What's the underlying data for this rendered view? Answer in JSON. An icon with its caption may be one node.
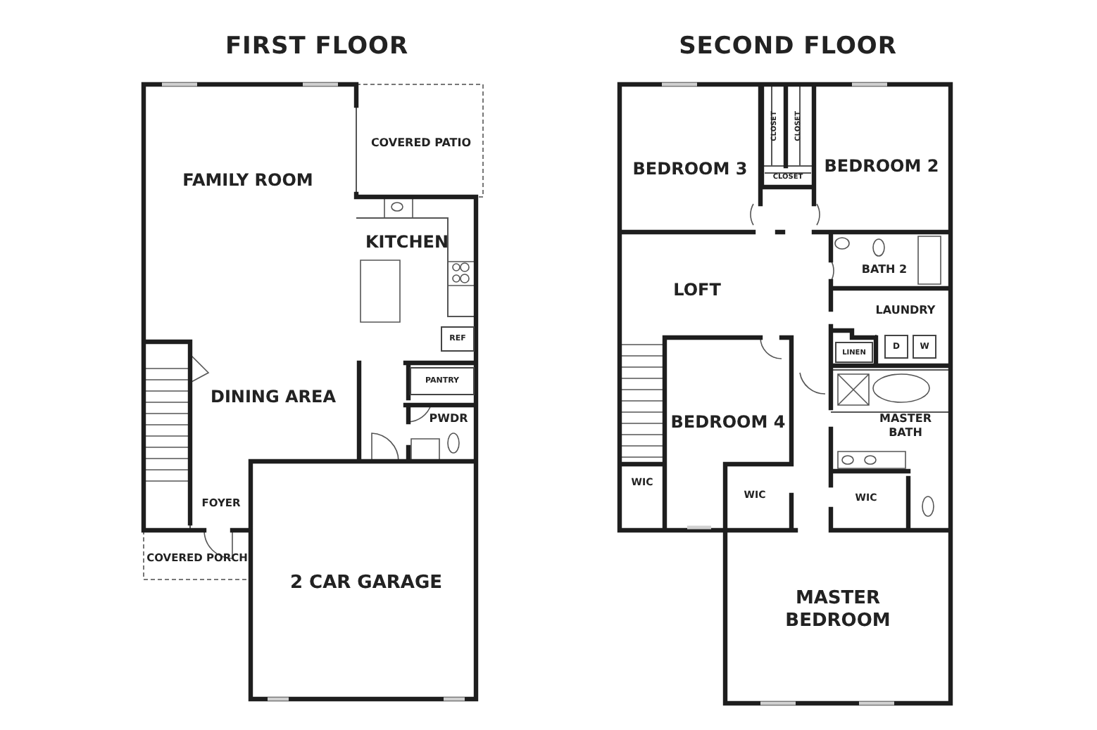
{
  "diagram": {
    "nodes": [
      {
        "text": [
          "FIRST FLOOR"
        ]
      },
      {
        "text": [
          "FAMILY ROOM"
        ],
        "in": 0
      },
      {
        "text": [
          "COVERED PATIO"
        ],
        "in": 0
      },
      {
        "text": [
          "KITCHEN"
        ],
        "in": 0
      },
      {
        "text": [
          "REF"
        ],
        "in": 0
      },
      {
        "text": [
          "PANTRY"
        ],
        "in": 0
      },
      {
        "text": [
          "DINING AREA"
        ],
        "in": 0
      },
      {
        "text": [
          "PWDR"
        ],
        "in": 0
      },
      {
        "text": [
          "FOYER"
        ],
        "in": 0
      },
      {
        "text": [
          "COVERED PORCH"
        ],
        "in": 0
      },
      {
        "text": [
          "2 CAR GARAGE"
        ],
        "in": 0
      },
      {
        "text": [
          "SECOND FLOOR"
        ]
      },
      {
        "text": [
          "BEDROOM 3"
        ],
        "in": 11
      },
      {
        "text": [
          "CLOSET"
        ],
        "in": 11
      },
      {
        "text": [
          "CLOSET"
        ],
        "in": 11
      },
      {
        "text": [
          "CLOSET"
        ],
        "in": 11
      },
      {
        "text": [
          "BEDROOM 2"
        ],
        "in": 11
      },
      {
        "text": [
          "LOFT"
        ],
        "in": 11
      },
      {
        "text": [
          "BATH 2"
        ],
        "in": 11
      },
      {
        "text": [
          "LAUNDRY"
        ],
        "in": 11
      },
      {
        "text": [
          "LINEN"
        ],
        "in": 11
      },
      {
        "text": [
          "D"
        ],
        "in": 11
      },
      {
        "text": [
          "W"
        ],
        "in": 11
      },
      {
        "text": [
          "BEDROOM 4"
        ],
        "in": 11
      },
      {
        "text": [
          "MASTER BATH"
        ],
        "in": 11
      },
      {
        "text": [
          "WIC"
        ],
        "in": 11
      },
      {
        "text": [
          "WIC"
        ],
        "in": 11
      },
      {
        "text": [
          "WIC"
        ],
        "in": 11
      },
      {
        "text": [
          "MASTER BEDROOM"
        ],
        "in": 11
      }
    ]
  }
}
